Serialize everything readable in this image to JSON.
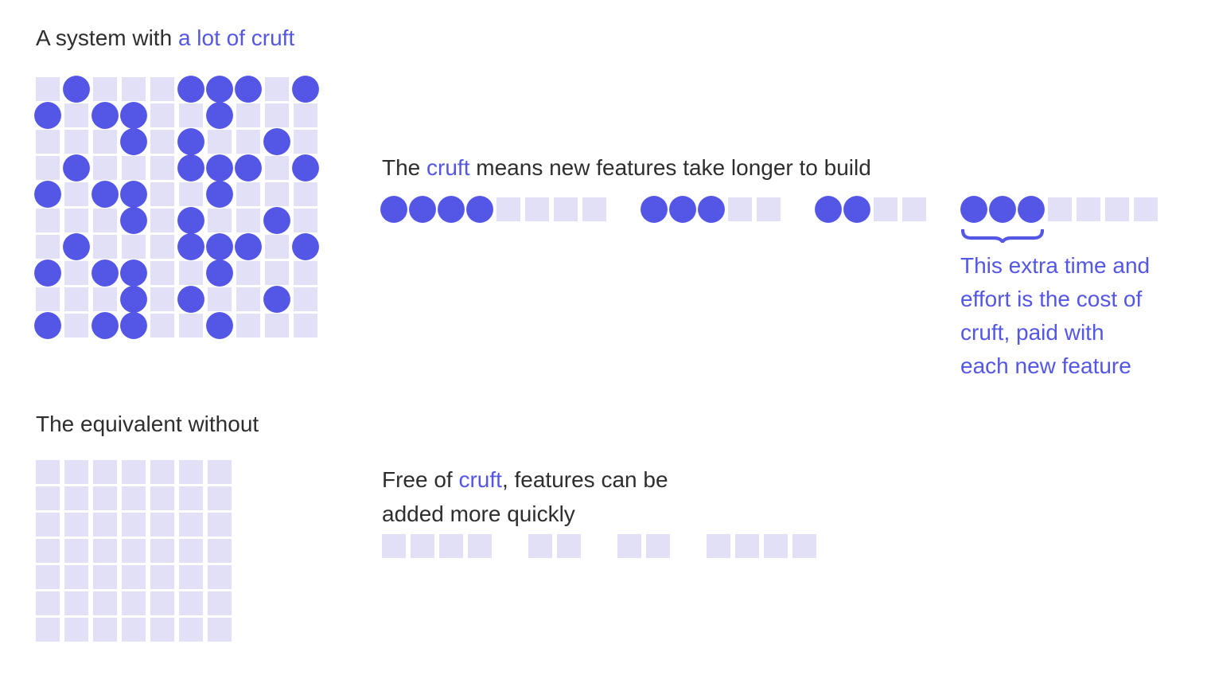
{
  "colors": {
    "accent": "#5457E6",
    "tile": "#E2E0F7",
    "heading": "#2E2E2E",
    "background": "#FFFFFF"
  },
  "cruft_system": {
    "title": {
      "prefix": "A system with ",
      "link": "a lot of cruft"
    },
    "grid": {
      "columns": 10,
      "rows": [
        "0100011101",
        "1011001000",
        "0001010010",
        "0100011101",
        "1011001000",
        "0001010010",
        "0100011101",
        "1011001000",
        "0001010010",
        "1011001000"
      ]
    }
  },
  "features_with_cruft": {
    "caption": {
      "prefix": "The ",
      "link": "cruft",
      "suffix": " means new features take longer to build"
    },
    "groups": [
      {
        "cruft_dots": 4,
        "work_tiles": 4
      },
      {
        "cruft_dots": 3,
        "work_tiles": 2
      },
      {
        "cruft_dots": 2,
        "work_tiles": 2
      },
      {
        "cruft_dots": 3,
        "work_tiles": 4
      }
    ],
    "annotation": {
      "lines": [
        "This extra time and",
        "effort is the cost of",
        "cruft, paid with",
        "each new feature"
      ]
    }
  },
  "clean_system": {
    "title": "The equivalent without",
    "grid": {
      "columns": 7,
      "rows": [
        "0000000",
        "0000000",
        "0000000",
        "0000000",
        "0000000",
        "0000000",
        "0000000"
      ]
    }
  },
  "features_without_cruft": {
    "caption": {
      "prefix": "Free of ",
      "link": "cruft",
      "suffix": ", features can be\nadded more quickly"
    },
    "groups": [
      {
        "cruft_dots": 0,
        "work_tiles": 4
      },
      {
        "cruft_dots": 0,
        "work_tiles": 2
      },
      {
        "cruft_dots": 0,
        "work_tiles": 2
      },
      {
        "cruft_dots": 0,
        "work_tiles": 4
      }
    ]
  }
}
